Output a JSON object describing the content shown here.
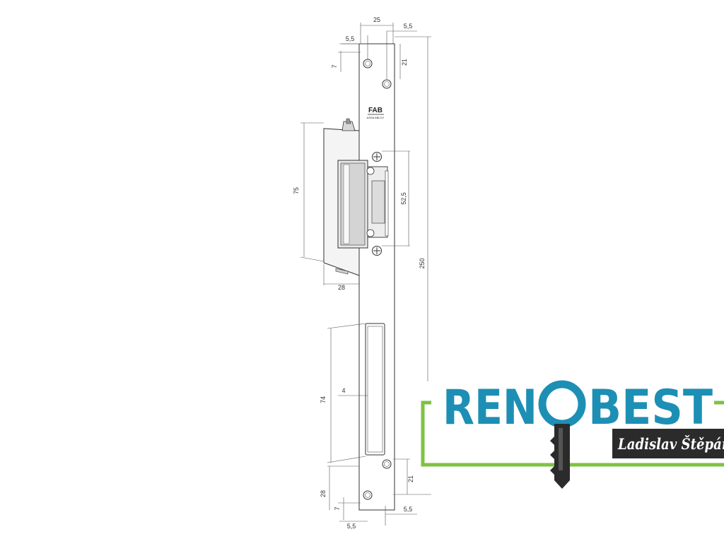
{
  "drawing": {
    "dimensions": {
      "top_width": "25",
      "top_left_offset": "5,5",
      "top_right_offset": "5,5",
      "top_hole_vertical": "7",
      "top_hole_spacing": "21",
      "latch_height": "75",
      "screw_spacing": "52,5",
      "total_height": "250",
      "latch_depth": "28",
      "slot_width": "4",
      "slot_length": "74",
      "bottom_hole_spacing": "21",
      "bottom_slot_offset": "28",
      "bottom_hole_vertical": "7",
      "bottom_left_offset": "5,5",
      "bottom_right_offset": "5,5"
    },
    "plate_brand": "FAB",
    "plate_subtext": "ASSA ABLOY"
  },
  "logo": {
    "left_word": "REN",
    "right_word": "BEST",
    "owner_name": "Ladislav Štěpán",
    "primary_color": "#1d8fb5",
    "accent_color": "#7dc242",
    "key_color": "#2b2b2b"
  }
}
